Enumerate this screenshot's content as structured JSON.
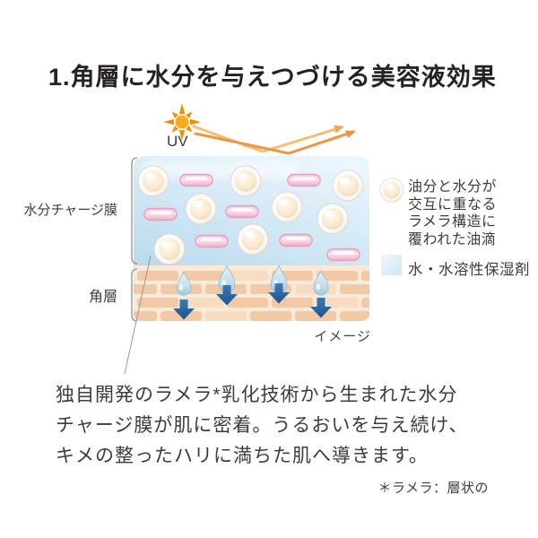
{
  "title": "1.角層に水分を与えつづける美容液効果",
  "diagram": {
    "uv_label": "UV",
    "film_label": "水分チャージ膜",
    "stratum_label": "角層",
    "image_note": "イメージ",
    "legend": [
      {
        "icon": "oil-droplet-icon",
        "label": "油分と水分が\n交互に重なる\nラメラ構造に\n覆われた油滴"
      },
      {
        "icon": "water-square-icon",
        "label": "水・水溶性保湿剤"
      }
    ]
  },
  "body_text": "独自開発のラメラ*乳化技術から生まれた水分\nチャージ膜が肌に密着。うるおいを与え続け、\nキメの整ったハリに満ちた肌へ導きます。",
  "footnote": "＊ラメラ：層状の",
  "colors": {
    "film_blue": "#cfe7f4",
    "water_square": "#ddeef7",
    "capsule_pink": "#f5b1c9",
    "droplet_cream": "#f6e3c4",
    "brick_tan": "#f2c9a4",
    "brick_mortar": "#f9e9d9",
    "absorb_arrow_blue": "#1d5591",
    "uv_orange": "#ee9540",
    "sun_orange": "#f7ac1b",
    "text_dark": "#3a3a3a"
  }
}
